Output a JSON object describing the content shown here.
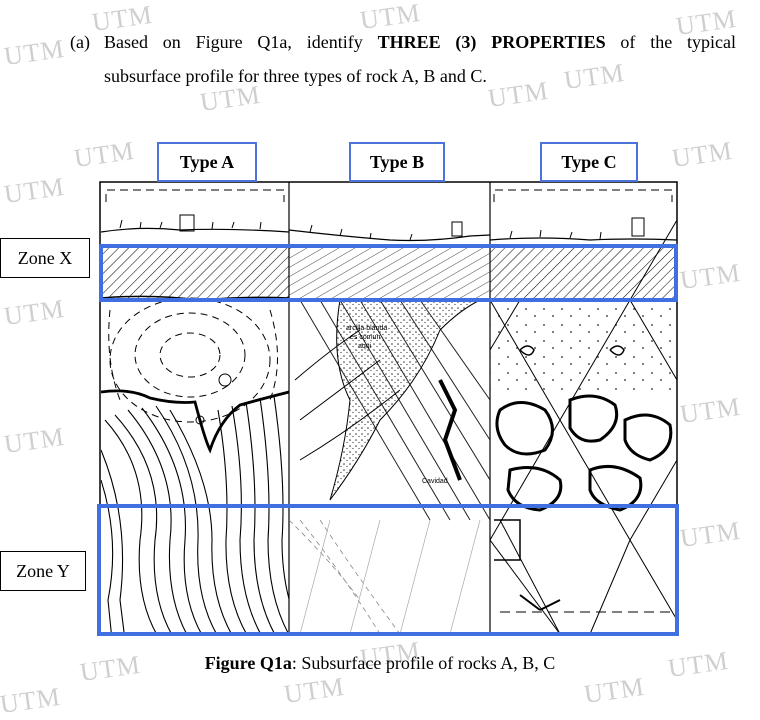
{
  "question": {
    "label": "(a)",
    "prefix": "Based on Figure Q1a, identify",
    "emphasis": "THREE (3) PROPERTIES",
    "suffix": "of the typical",
    "line2": "subsurface profile for three types of rock A, B and C."
  },
  "figure": {
    "types": [
      "Type A",
      "Type B",
      "Type C"
    ],
    "zones": [
      "Zone X",
      "Zone Y"
    ],
    "annotations": {
      "clay_note": [
        "arcilla blanda",
        "es comun",
        "aqui"
      ],
      "cavity": "Cavidad"
    },
    "highlight_color": "#3f6fe0"
  },
  "caption": {
    "label": "Figure Q1a",
    "text": ": Subsurface profile of rocks A, B, C"
  },
  "watermark": "UTM"
}
